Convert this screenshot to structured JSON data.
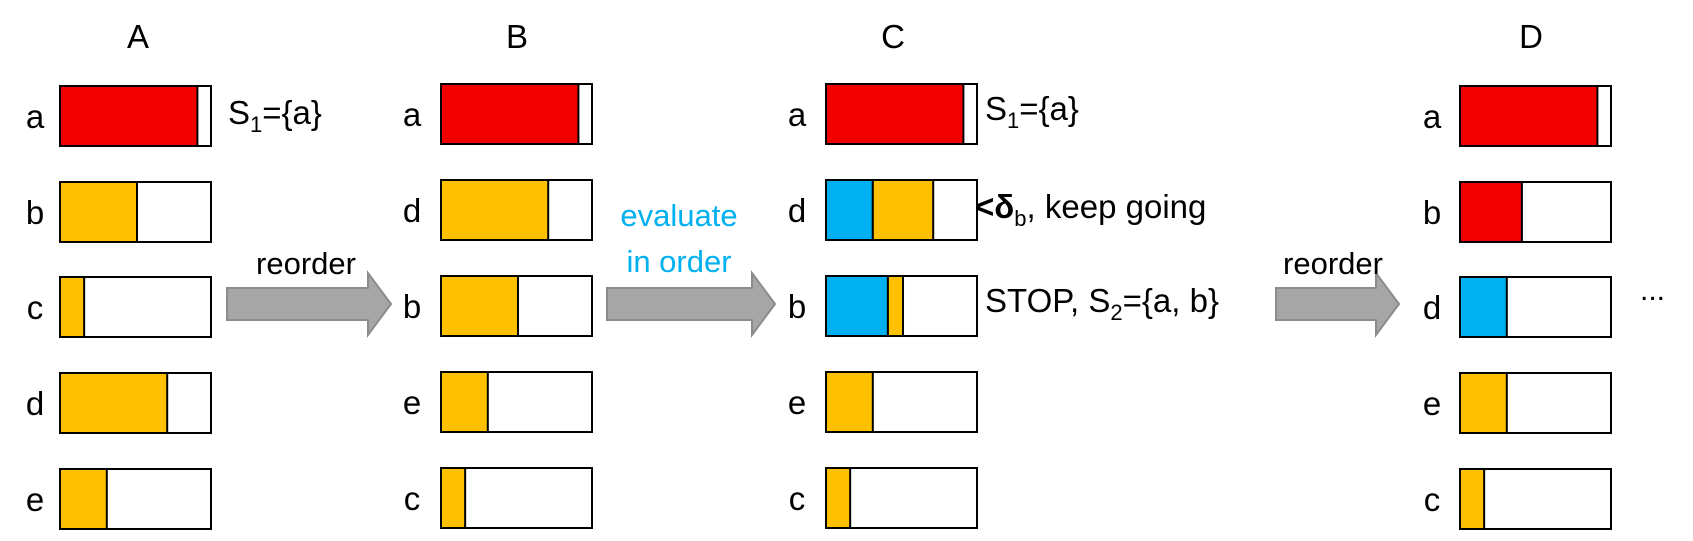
{
  "colors": {
    "red": "#F20000",
    "yellow": "#FFC000",
    "blue": "#00B0F0",
    "arrow_fill": "#A6A6A6",
    "arrow_stroke": "#8C8C8C",
    "evaluate_text": "#00B0F0"
  },
  "columns": [
    {
      "title": "A",
      "rows": [
        {
          "label": "a",
          "segments": [
            {
              "color": "red",
              "fraction": 0.91
            }
          ]
        },
        {
          "label": "b",
          "segments": [
            {
              "color": "yellow",
              "fraction": 0.51
            }
          ]
        },
        {
          "label": "c",
          "segments": [
            {
              "color": "yellow",
              "fraction": 0.16
            }
          ]
        },
        {
          "label": "d",
          "segments": [
            {
              "color": "yellow",
              "fraction": 0.71
            }
          ]
        },
        {
          "label": "e",
          "segments": [
            {
              "color": "yellow",
              "fraction": 0.31
            }
          ]
        }
      ]
    },
    {
      "title": "B",
      "rows": [
        {
          "label": "a",
          "segments": [
            {
              "color": "red",
              "fraction": 0.91
            }
          ]
        },
        {
          "label": "d",
          "segments": [
            {
              "color": "yellow",
              "fraction": 0.71
            }
          ]
        },
        {
          "label": "b",
          "segments": [
            {
              "color": "yellow",
              "fraction": 0.51
            }
          ]
        },
        {
          "label": "e",
          "segments": [
            {
              "color": "yellow",
              "fraction": 0.31
            }
          ]
        },
        {
          "label": "c",
          "segments": [
            {
              "color": "yellow",
              "fraction": 0.16
            }
          ]
        }
      ]
    },
    {
      "title": "C",
      "rows": [
        {
          "label": "a",
          "segments": [
            {
              "color": "red",
              "fraction": 0.91
            }
          ]
        },
        {
          "label": "d",
          "segments": [
            {
              "color": "blue",
              "fraction": 0.31
            },
            {
              "color": "yellow",
              "fraction": 0.4
            }
          ]
        },
        {
          "label": "b",
          "segments": [
            {
              "color": "blue",
              "fraction": 0.41
            },
            {
              "color": "yellow",
              "fraction": 0.1
            }
          ]
        },
        {
          "label": "e",
          "segments": [
            {
              "color": "yellow",
              "fraction": 0.31
            }
          ]
        },
        {
          "label": "c",
          "segments": [
            {
              "color": "yellow",
              "fraction": 0.16
            }
          ]
        }
      ]
    },
    {
      "title": "D",
      "rows": [
        {
          "label": "a",
          "segments": [
            {
              "color": "red",
              "fraction": 0.91
            }
          ]
        },
        {
          "label": "b",
          "segments": [
            {
              "color": "red",
              "fraction": 0.41
            }
          ]
        },
        {
          "label": "d",
          "segments": [
            {
              "color": "blue",
              "fraction": 0.31
            }
          ]
        },
        {
          "label": "e",
          "segments": [
            {
              "color": "yellow",
              "fraction": 0.31
            }
          ]
        },
        {
          "label": "c",
          "segments": [
            {
              "color": "yellow",
              "fraction": 0.16
            }
          ]
        }
      ]
    }
  ],
  "annotations": {
    "a_s1_main": "S",
    "a_s1_sub": "1",
    "a_s1_rest": "={a}",
    "c_s1_main": "S",
    "c_s1_sub": "1",
    "c_s1_rest": "={a}",
    "delta_lt": "<",
    "delta_symbol": "δ",
    "delta_sub": "b",
    "delta_rest": ", keep going",
    "stop_main": "STOP, S",
    "stop_sub": "2",
    "stop_rest": "={a, b}",
    "ellipsis": "..."
  },
  "arrows": [
    {
      "label_lines": [
        "reorder"
      ]
    },
    {
      "label_lines": [
        "evaluate",
        "in order"
      ]
    },
    {
      "label_lines": [
        "reorder"
      ]
    }
  ]
}
